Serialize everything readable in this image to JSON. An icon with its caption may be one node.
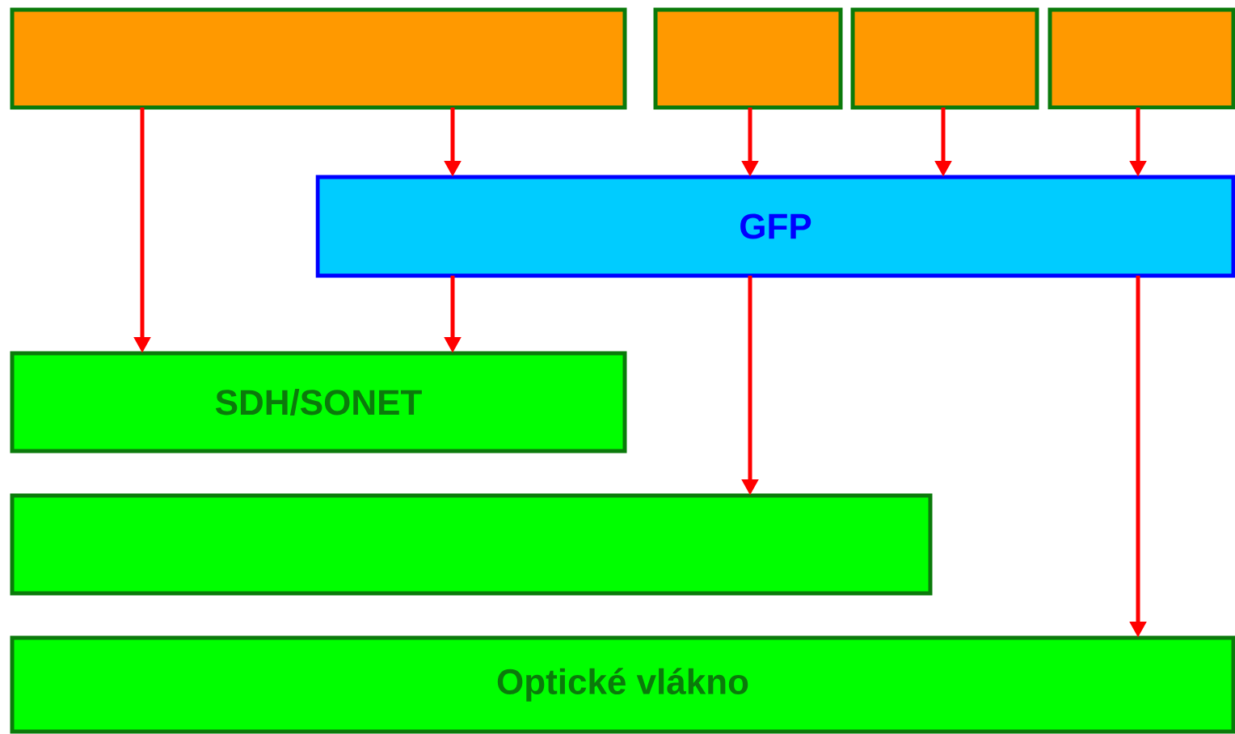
{
  "diagram": {
    "nodes": [
      {
        "text": [],
        "shape": "box"
      },
      {
        "text": [],
        "shape": "box"
      },
      {
        "text": [],
        "shape": "box"
      },
      {
        "text": [],
        "shape": "box"
      },
      {
        "text": [
          "GFP"
        ]
      },
      {
        "text": [
          "SDH/SONET"
        ]
      },
      {
        "text": [],
        "shape": "box"
      },
      {
        "text": [
          "Optické vlákno"
        ]
      }
    ],
    "edges": [
      {
        "from": 0,
        "to": 5,
        "arrow": "to"
      },
      {
        "from": 0,
        "to": 4,
        "arrow": "to"
      },
      {
        "from": 1,
        "to": 4,
        "arrow": "to"
      },
      {
        "from": 2,
        "to": 4,
        "arrow": "to"
      },
      {
        "from": 3,
        "to": 4,
        "arrow": "to"
      },
      {
        "from": 4,
        "to": 5,
        "arrow": "to"
      },
      {
        "from": 4,
        "to": 6,
        "arrow": "to"
      },
      {
        "from": 4,
        "to": 7,
        "arrow": "to"
      }
    ]
  }
}
